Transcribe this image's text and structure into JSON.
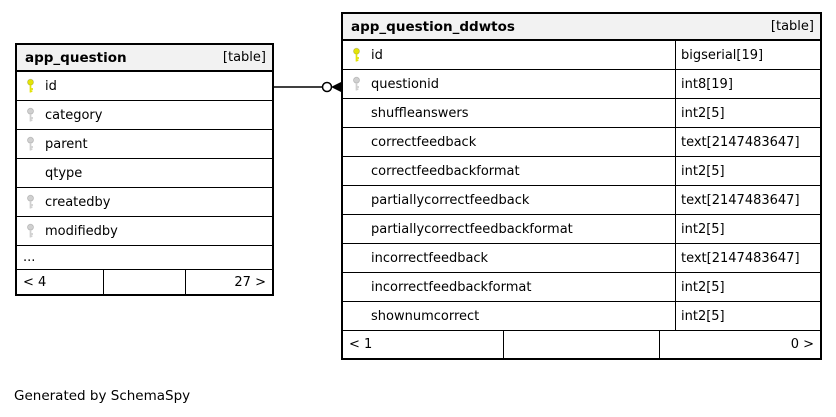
{
  "diagram": {
    "caption": "Generated by SchemaSpy",
    "colors": {
      "header-bg": "#f2f2f2",
      "border": "#000000",
      "key-primary": "#e3e307",
      "key-foreign": "#d0d0d0"
    },
    "relation": {
      "from_table": "app_question",
      "from_column": "id",
      "to_table": "app_question_ddwtos",
      "to_column": "questionid"
    },
    "tables": [
      {
        "name": "app_question",
        "badge": "[table]",
        "truncated": "...",
        "columns": [
          {
            "name": "id",
            "type": "",
            "key": "primary"
          },
          {
            "name": "category",
            "type": "",
            "key": "foreign"
          },
          {
            "name": "parent",
            "type": "",
            "key": "foreign"
          },
          {
            "name": "qtype",
            "type": "",
            "key": "none"
          },
          {
            "name": "createdby",
            "type": "",
            "key": "foreign"
          },
          {
            "name": "modifiedby",
            "type": "",
            "key": "foreign"
          }
        ],
        "footer": {
          "left": "< 4",
          "middle": "",
          "right": "27 >"
        }
      },
      {
        "name": "app_question_ddwtos",
        "badge": "[table]",
        "truncated": "",
        "columns": [
          {
            "name": "id",
            "type": "bigserial[19]",
            "key": "primary"
          },
          {
            "name": "questionid",
            "type": "int8[19]",
            "key": "foreign"
          },
          {
            "name": "shuffleanswers",
            "type": "int2[5]",
            "key": "none"
          },
          {
            "name": "correctfeedback",
            "type": "text[2147483647]",
            "key": "none"
          },
          {
            "name": "correctfeedbackformat",
            "type": "int2[5]",
            "key": "none"
          },
          {
            "name": "partiallycorrectfeedback",
            "type": "text[2147483647]",
            "key": "none"
          },
          {
            "name": "partiallycorrectfeedbackformat",
            "type": "int2[5]",
            "key": "none"
          },
          {
            "name": "incorrectfeedback",
            "type": "text[2147483647]",
            "key": "none"
          },
          {
            "name": "incorrectfeedbackformat",
            "type": "int2[5]",
            "key": "none"
          },
          {
            "name": "shownumcorrect",
            "type": "int2[5]",
            "key": "none"
          }
        ],
        "footer": {
          "left": "< 1",
          "middle": "",
          "right": "0 >"
        }
      }
    ]
  }
}
